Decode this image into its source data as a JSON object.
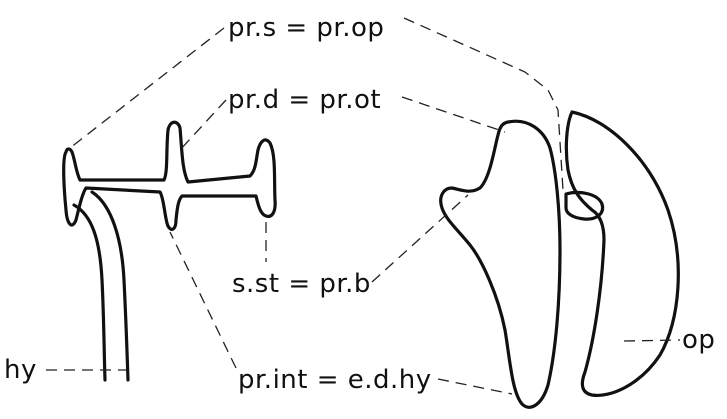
{
  "labels": {
    "top": "pr.s = pr.op",
    "second": "pr.d = pr.ot",
    "middle": "s.st = pr.b",
    "bottom": "pr.int = e.d.hy",
    "left": "hy",
    "right": "op"
  },
  "colors": {
    "ink": "#111111",
    "background": "#ffffff"
  }
}
